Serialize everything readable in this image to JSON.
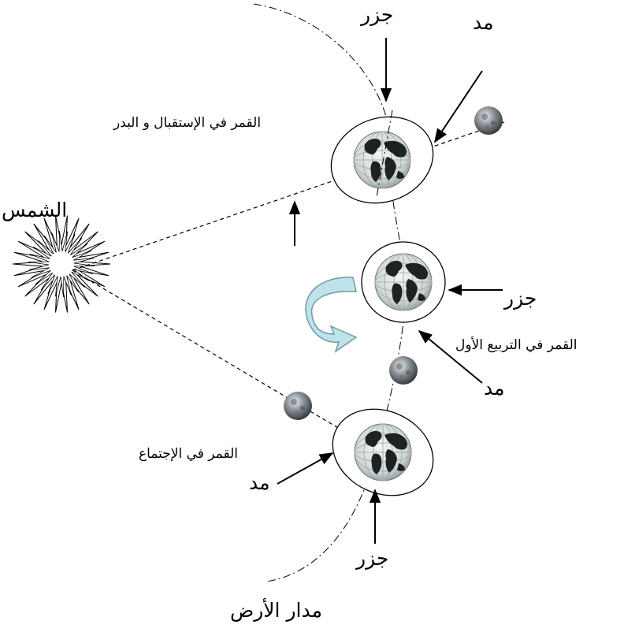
{
  "labels": {
    "sun": "الشمس",
    "earth_orbit": "مدار الأرض",
    "moon_full": "القمر في الإستقبال و البدر",
    "moon_first_quarter": "القمر في التربيع الأول",
    "moon_new": "القمر في الإجتماع",
    "low_tide": "جزر",
    "high_tide": "مد"
  },
  "colors": {
    "line": "#000000",
    "rotation_arrow_fill": "#bfe3ea",
    "rotation_arrow_stroke": "#6f9aa3",
    "sun_stroke": "#000000"
  },
  "icons": {
    "sun": "sun-icon",
    "earth": "earth-globe-icon",
    "moon": "moon-icon",
    "rotation": "curved-arrow-icon"
  }
}
